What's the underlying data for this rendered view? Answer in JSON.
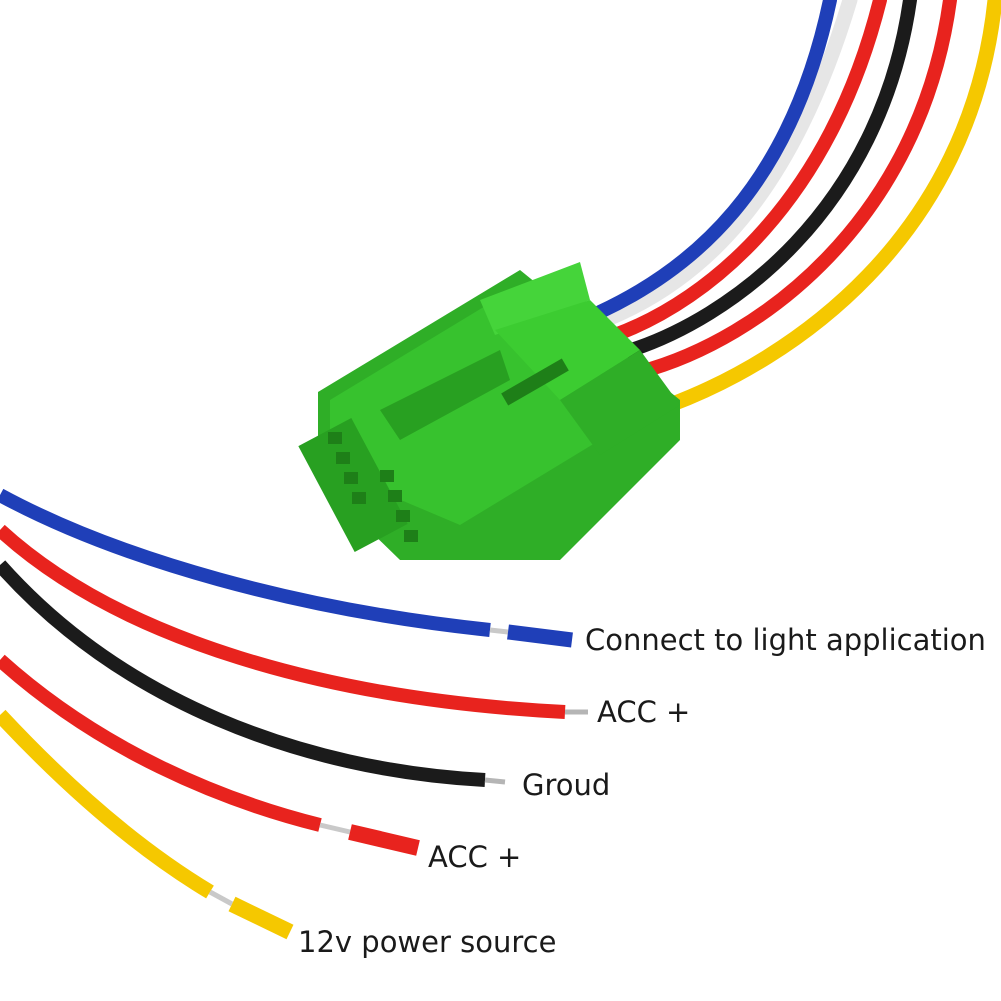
{
  "labels": [
    "Connect to light application",
    "ACC +",
    "Groud",
    "ACC +",
    "12v power source"
  ],
  "colors": {
    "blue": "#1f3fb8",
    "red": "#e8231e",
    "black": "#1b1b1b",
    "yellow": "#f5c800",
    "connector_green": "#37c22e",
    "white_wire": "#f2f2f2"
  }
}
